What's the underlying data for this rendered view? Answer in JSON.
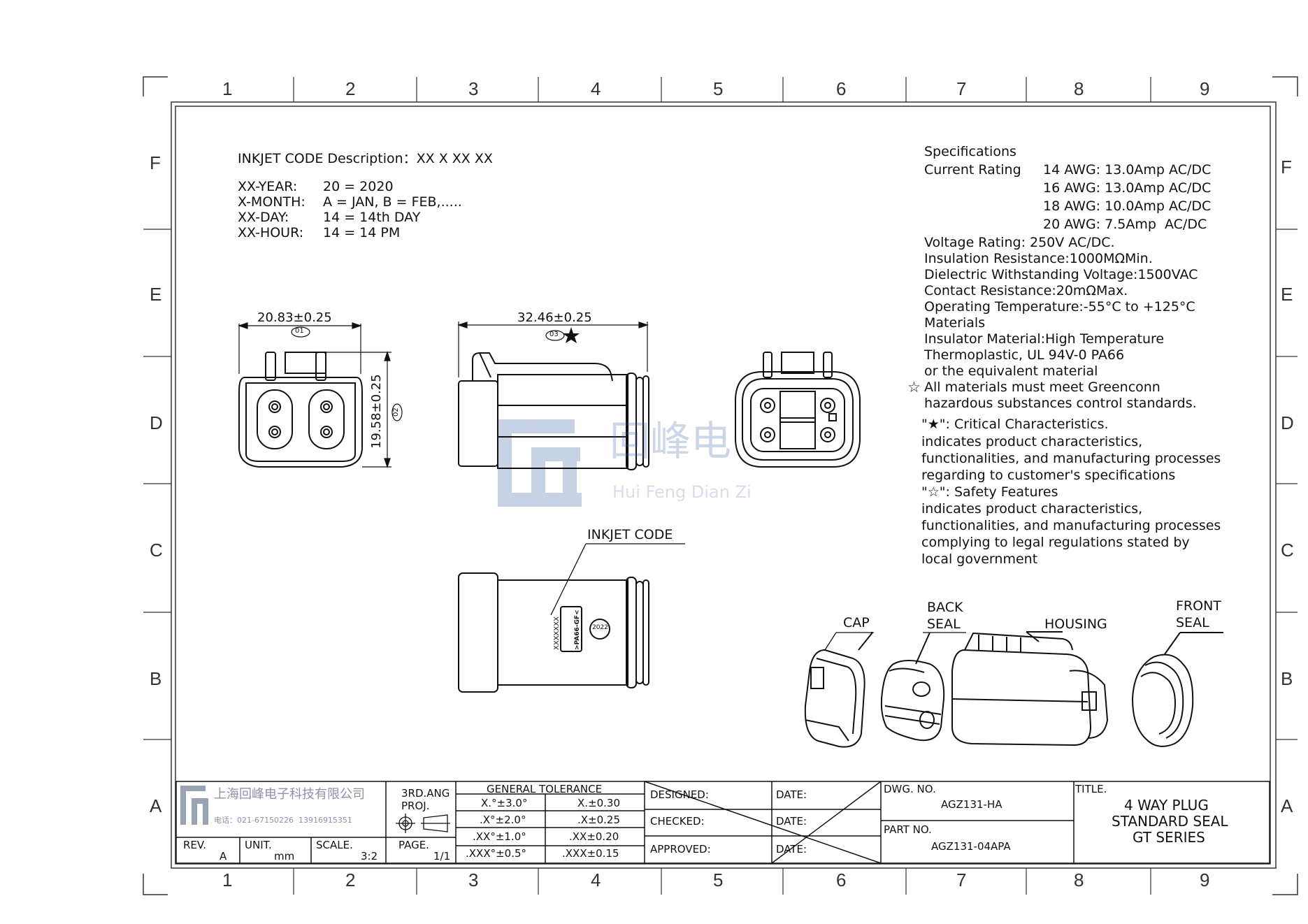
{
  "zones": {
    "columns": [
      "1",
      "2",
      "3",
      "4",
      "5",
      "6",
      "7",
      "8",
      "9"
    ],
    "rows": [
      "F",
      "E",
      "D",
      "C",
      "B",
      "A"
    ]
  },
  "inkjet": {
    "title": "INKJET CODE Description：XX X XX XX",
    "lines": [
      {
        "key": "XX-YEAR:",
        "val": "20 = 2020"
      },
      {
        "key": "X-MONTH:",
        "val": "A = JAN, B = FEB,....."
      },
      {
        "key": "XX-DAY:",
        "val": "14 = 14th DAY"
      },
      {
        "key": "XX-HOUR:",
        "val": "14 = 14 PM"
      }
    ]
  },
  "dimensions": {
    "front_width": "20.83±0.25",
    "front_width_tag": "01",
    "front_height": "19.58±0.25",
    "front_height_tag": "02",
    "side_length": "32.46±0.25",
    "side_length_tag": "03",
    "critical_mark": "★"
  },
  "inkjet_callout": "INKJET CODE",
  "marking": {
    "code": "XXXXXXX",
    "material": ">PA66-GF<",
    "clock": "2022"
  },
  "specs": {
    "title": "Specifications",
    "current_label": "Current Rating",
    "current": [
      "14 AWG: 13.0Amp AC/DC",
      "16 AWG: 13.0Amp AC/DC",
      "18 AWG: 10.0Amp AC/DC",
      "20 AWG: 7.5Amp  AC/DC"
    ],
    "lines": [
      "Voltage Rating: 250V AC/DC.",
      "Insulation Resistance:1000MΩMin.",
      "Dielectric Withstanding Voltage:1500VAC",
      "Contact Resistance:20mΩMax.",
      "Operating Temperature:-55°C to +125°C",
      "Materials",
      "Insulator Material:High Temperature",
      "Thermoplastic, UL 94V-0 PA66",
      "or the equivalent material"
    ],
    "safety_star": "☆",
    "safety_lines": [
      "All materials must meet Greenconn",
      "hazardous substances control standards."
    ],
    "critical_heading": "\"★\": Critical Characteristics.",
    "critical_lines": [
      "indicates product characteristics,",
      "functionalities, and manufacturing processes",
      "regarding to customer's specifications"
    ],
    "safety_heading": "\"☆\": Safety Features",
    "safety_desc": [
      "indicates product characteristics,",
      "functionalities, and manufacturing processes",
      "complying to legal regulations stated by",
      "local government"
    ]
  },
  "parts": {
    "cap": "CAP",
    "back_seal_1": "BACK",
    "back_seal_2": "SEAL",
    "housing": "HOUSING",
    "front_seal_1": "FRONT",
    "front_seal_2": "SEAL"
  },
  "watermark": {
    "cn": "回峰电",
    "en": "Hui Feng Dian Zi"
  },
  "title_block": {
    "company_cn": "上海回峰电子科技有限公司",
    "phone": "电话：021-67150226  13916915351",
    "rev_label": "REV.",
    "rev": "A",
    "unit_label": "UNIT.",
    "unit": "mm",
    "scale_label": "SCALE.",
    "scale": "3:2",
    "proj_1": "3RD.ANG",
    "proj_2": "PROJ.",
    "page_label": "PAGE.",
    "page": "1/1",
    "tol_title": "GENERAL TOLERANCE",
    "tol_rows": [
      {
        "a": "X.°±3.0°",
        "b": "X.±0.30"
      },
      {
        "a": ".X°±2.0°",
        "b": ".X±0.25"
      },
      {
        "a": ".XX°±1.0°",
        "b": ".XX±0.20"
      },
      {
        "a": ".XXX°±0.5°",
        "b": ".XXX±0.15"
      }
    ],
    "designed": "DESIGNED:",
    "checked": "CHECKED:",
    "approved": "APPROVED:",
    "date": "DATE:",
    "dwg_label": "DWG. NO.",
    "dwg_no": "AGZ131-HA",
    "part_label": "PART NO.",
    "part_no": "AGZ131-04APA",
    "title_label": "TITLE.",
    "title_lines": [
      "4 WAY PLUG",
      "STANDARD SEAL",
      "GT SERIES"
    ]
  }
}
